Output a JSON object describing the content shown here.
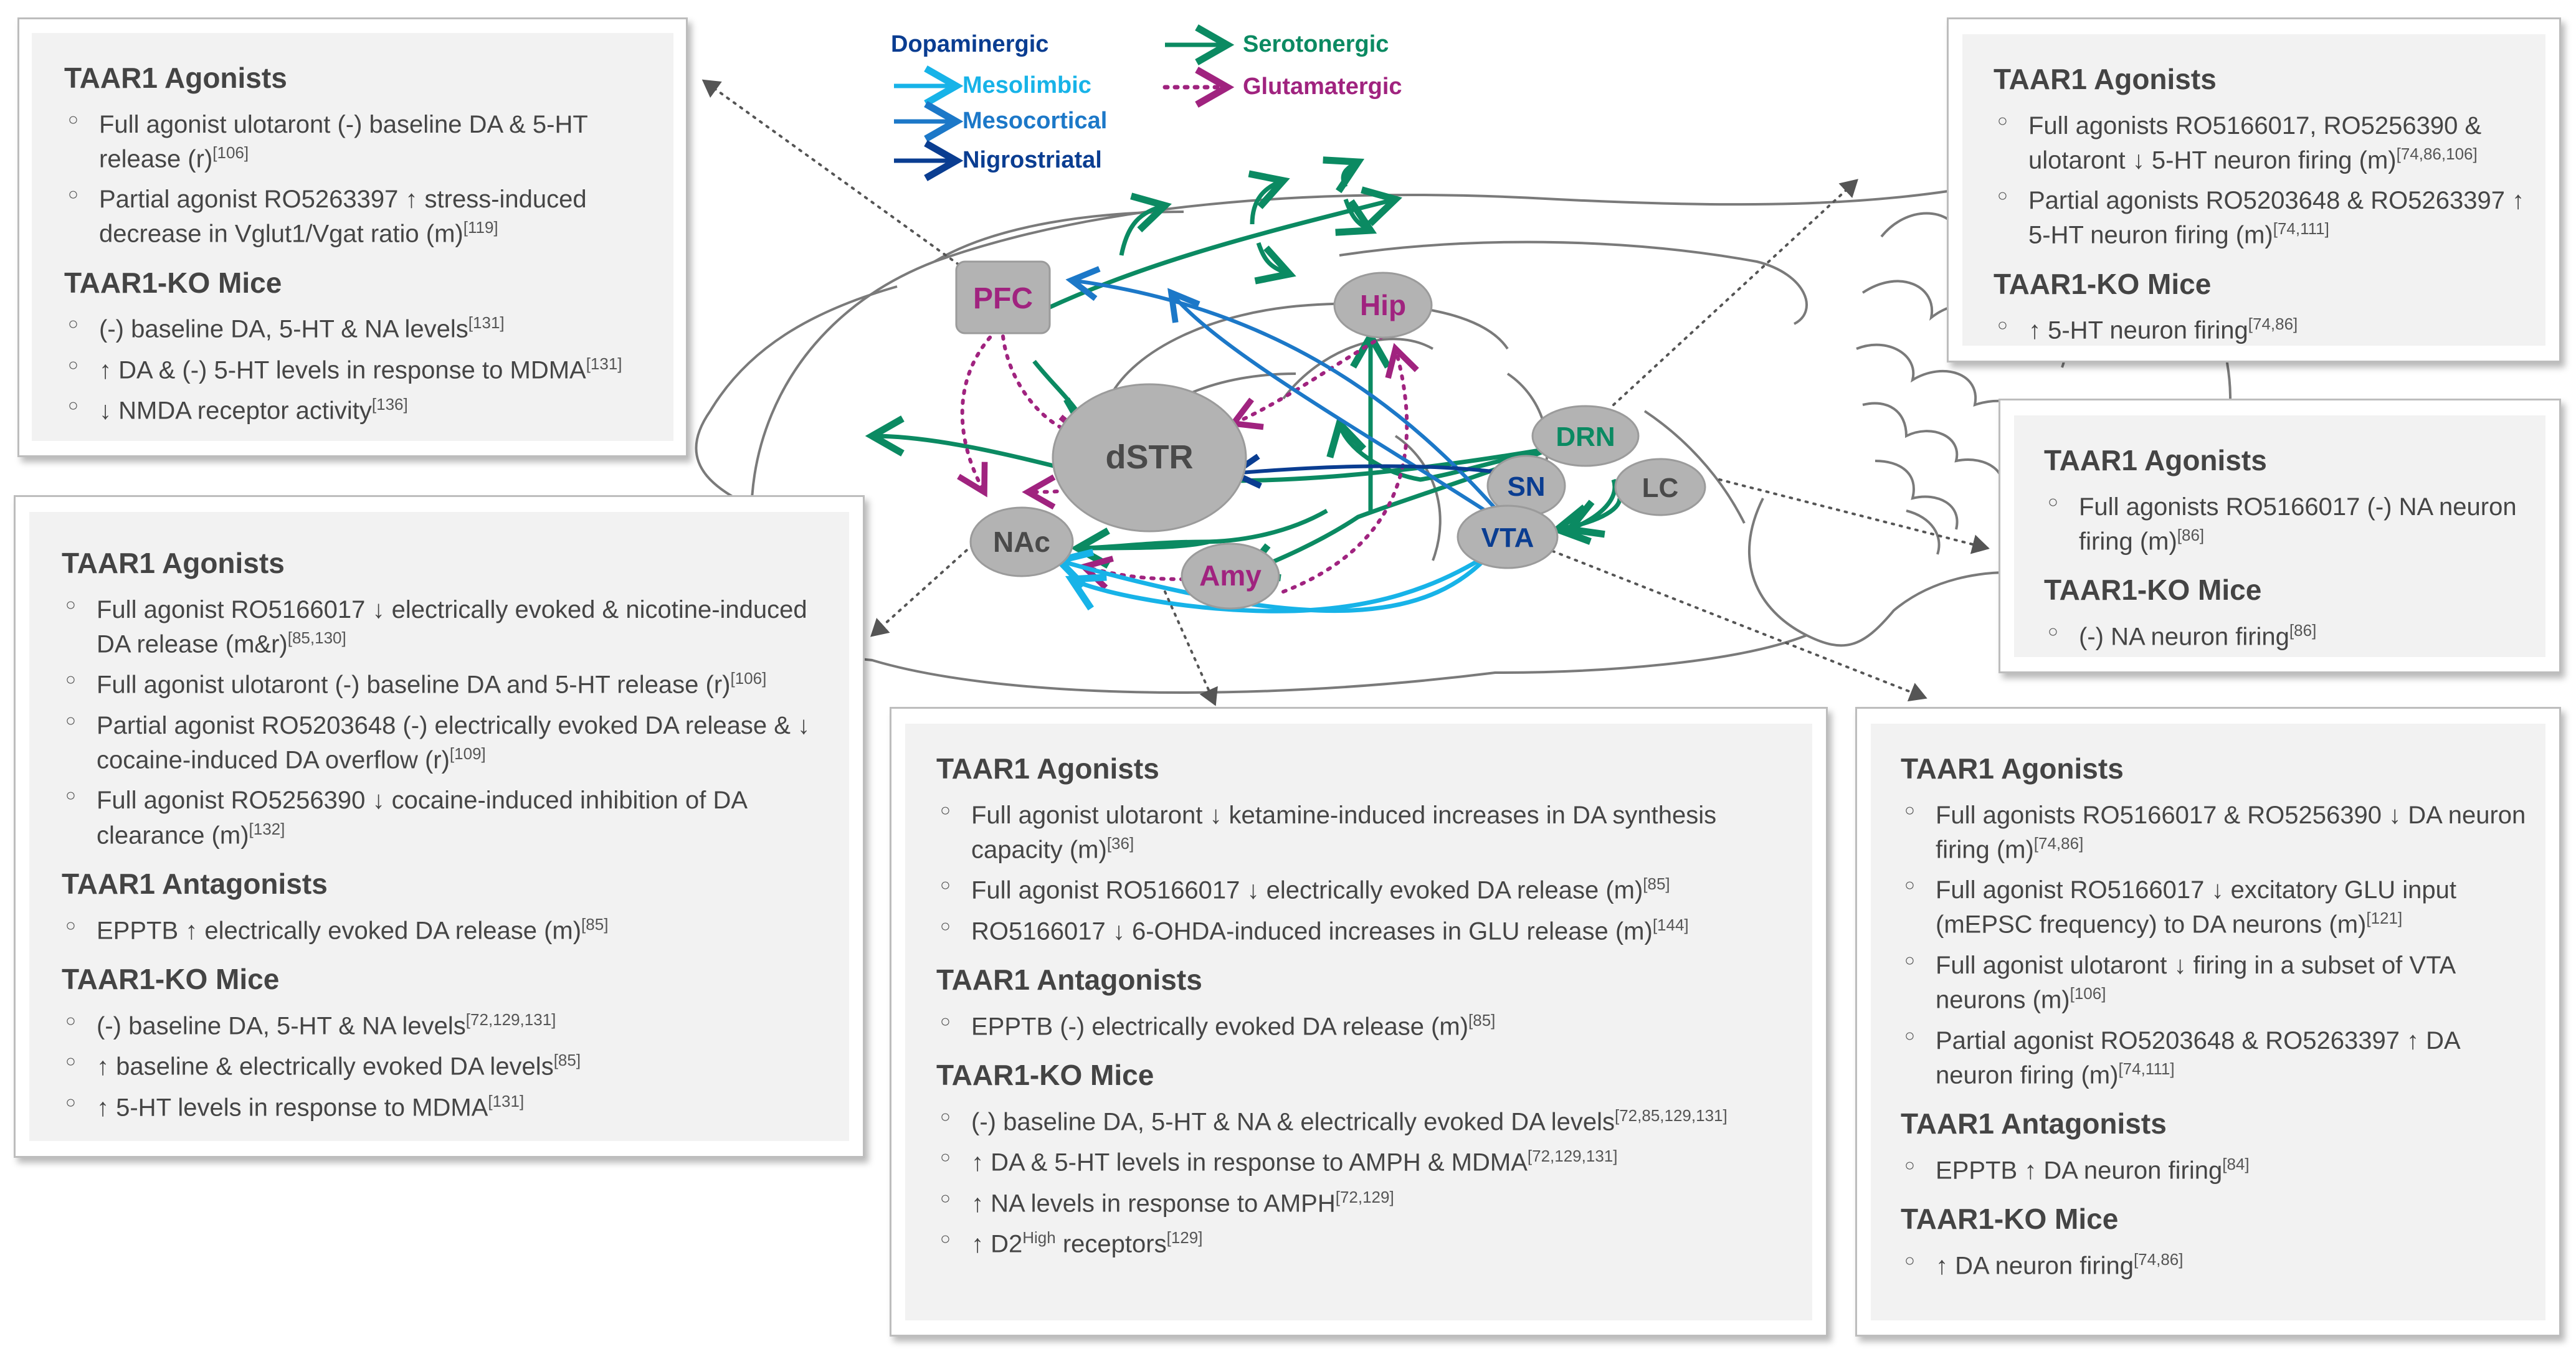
{
  "legend": {
    "dopaminergic": "Dopaminergic",
    "mesolimbic": "Mesolimbic",
    "mesocortical": "Mesocortical",
    "nigrostriatal": "Nigrostriatal",
    "serotonergic": "Serotonergic",
    "glutamatergic": "Glutamatergic"
  },
  "colors": {
    "dopaminergic": "#0a3d91",
    "mesolimbic": "#17b3e8",
    "mesocortical": "#1c78c8",
    "nigrostriatal": "#0a3d91",
    "serotonergic": "#0b8a62",
    "glutamatergic": "#a0237f",
    "region_fill": "#b3b3b3",
    "box_fill": "#f2f2f2"
  },
  "regions": {
    "pfc": "PFC",
    "hip": "Hip",
    "dstr": "dSTR",
    "nac": "NAc",
    "amy": "Amy",
    "sn": "SN",
    "vta": "VTA",
    "drn": "DRN",
    "lc": "LC"
  },
  "boxes": {
    "pfc": {
      "sections": [
        {
          "heading": "TAAR1 Agonists",
          "items": [
            {
              "text": "Full agonist ulotaront (-) baseline DA & 5-HT release (r)",
              "ref": "[106]"
            },
            {
              "text": "Partial agonist RO5263397 ↑ stress-induced decrease in Vglut1/Vgat ratio (m)",
              "ref": "[119]"
            }
          ]
        },
        {
          "heading": "TAAR1-KO Mice",
          "items": [
            {
              "text": "(-) baseline DA, 5-HT & NA levels",
              "ref": "[131]"
            },
            {
              "text": "↑ DA & (-) 5-HT levels in response to MDMA",
              "ref": "[131]"
            },
            {
              "text": "↓ NMDA receptor activity",
              "ref": "[136]"
            }
          ]
        }
      ]
    },
    "nac": {
      "sections": [
        {
          "heading": "TAAR1 Agonists",
          "items": [
            {
              "text": "Full agonist RO5166017 ↓ electrically evoked & nicotine-induced DA release (m&r)",
              "ref": "[85,130]"
            },
            {
              "text": "Full agonist ulotaront (-) baseline DA and 5-HT release (r)",
              "ref": "[106]"
            },
            {
              "text": "Partial agonist RO5203648 (-) electrically evoked DA release & ↓ cocaine-induced DA overflow (r)",
              "ref": "[109]"
            },
            {
              "text": "Full agonist RO5256390 ↓ cocaine-induced inhibition of DA clearance (m)",
              "ref": "[132]"
            }
          ]
        },
        {
          "heading": "TAAR1 Antagonists",
          "items": [
            {
              "text": "EPPTB ↑ electrically evoked DA release (m)",
              "ref": "[85]"
            }
          ]
        },
        {
          "heading": "TAAR1-KO Mice",
          "items": [
            {
              "text": "(-) baseline DA, 5-HT & NA levels",
              "ref": "[72,129,131]"
            },
            {
              "text": "↑ baseline & electrically evoked DA levels",
              "ref": "[85]"
            },
            {
              "text": "↑ 5-HT levels in response to MDMA",
              "ref": "[131]"
            }
          ]
        }
      ]
    },
    "dstr": {
      "sections": [
        {
          "heading": "TAAR1 Agonists",
          "items": [
            {
              "text": "Full agonist ulotaront ↓ ketamine-induced increases in DA synthesis capacity (m)",
              "ref": "[36]"
            },
            {
              "text": "Full agonist RO5166017 ↓ electrically evoked DA release (m)",
              "ref": "[85]"
            },
            {
              "text": "RO5166017 ↓ 6-OHDA-induced increases in GLU release (m)",
              "ref": "[144]"
            }
          ]
        },
        {
          "heading": "TAAR1 Antagonists",
          "items": [
            {
              "text": "EPPTB (-) electrically evoked DA release (m)",
              "ref": "[85]"
            }
          ]
        },
        {
          "heading": "TAAR1-KO Mice",
          "items": [
            {
              "text": "(-) baseline DA, 5-HT & NA & electrically evoked DA levels",
              "ref": "[72,85,129,131]"
            },
            {
              "text": "↑ DA & 5-HT levels in response to AMPH & MDMA",
              "ref": "[72,129,131]"
            },
            {
              "text": "↑ NA levels in response to AMPH",
              "ref": "[72,129]"
            },
            {
              "text": "↑ D2",
              "sup": "High",
              "text2": " receptors",
              "ref": "[129]"
            }
          ]
        }
      ]
    },
    "drn": {
      "sections": [
        {
          "heading": "TAAR1 Agonists",
          "items": [
            {
              "text": "Full agonists RO5166017, RO5256390 & ulotaront ↓ 5-HT neuron firing (m)",
              "ref": "[74,86,106]"
            },
            {
              "text": "Partial agonists RO5203648 & RO5263397 ↑ 5-HT neuron firing (m)",
              "ref": "[74,111]"
            }
          ]
        },
        {
          "heading": "TAAR1-KO Mice",
          "items": [
            {
              "text": "↑ 5-HT neuron firing",
              "ref": "[74,86]"
            }
          ]
        }
      ]
    },
    "lc": {
      "sections": [
        {
          "heading": "TAAR1 Agonists",
          "items": [
            {
              "text": "Full agonists RO5166017 (-) NA neuron firing (m)",
              "ref": "[86]"
            }
          ]
        },
        {
          "heading": "TAAR1-KO Mice",
          "items": [
            {
              "text": "(-) NA neuron firing",
              "ref": "[86]"
            }
          ]
        }
      ]
    },
    "vta": {
      "sections": [
        {
          "heading": "TAAR1 Agonists",
          "items": [
            {
              "text": "Full agonists RO5166017 & RO5256390 ↓ DA neuron firing (m)",
              "ref": "[74,86]"
            },
            {
              "text": "Full agonist RO5166017 ↓ excitatory GLU input (mEPSC frequency) to DA neurons (m)",
              "ref": "[121]"
            },
            {
              "text": "Full agonist ulotaront ↓ firing in a subset of VTA neurons (m)",
              "ref": "[106]"
            },
            {
              "text": "Partial agonist RO5203648 & RO5263397 ↑ DA neuron firing (m)",
              "ref": "[74,111]"
            }
          ]
        },
        {
          "heading": "TAAR1 Antagonists",
          "items": [
            {
              "text": "EPPTB ↑ DA neuron firing",
              "ref": "[84]"
            }
          ]
        },
        {
          "heading": "TAAR1-KO Mice",
          "items": [
            {
              "text": "↑ DA neuron firing",
              "ref": "[74,86]"
            }
          ]
        }
      ]
    }
  }
}
